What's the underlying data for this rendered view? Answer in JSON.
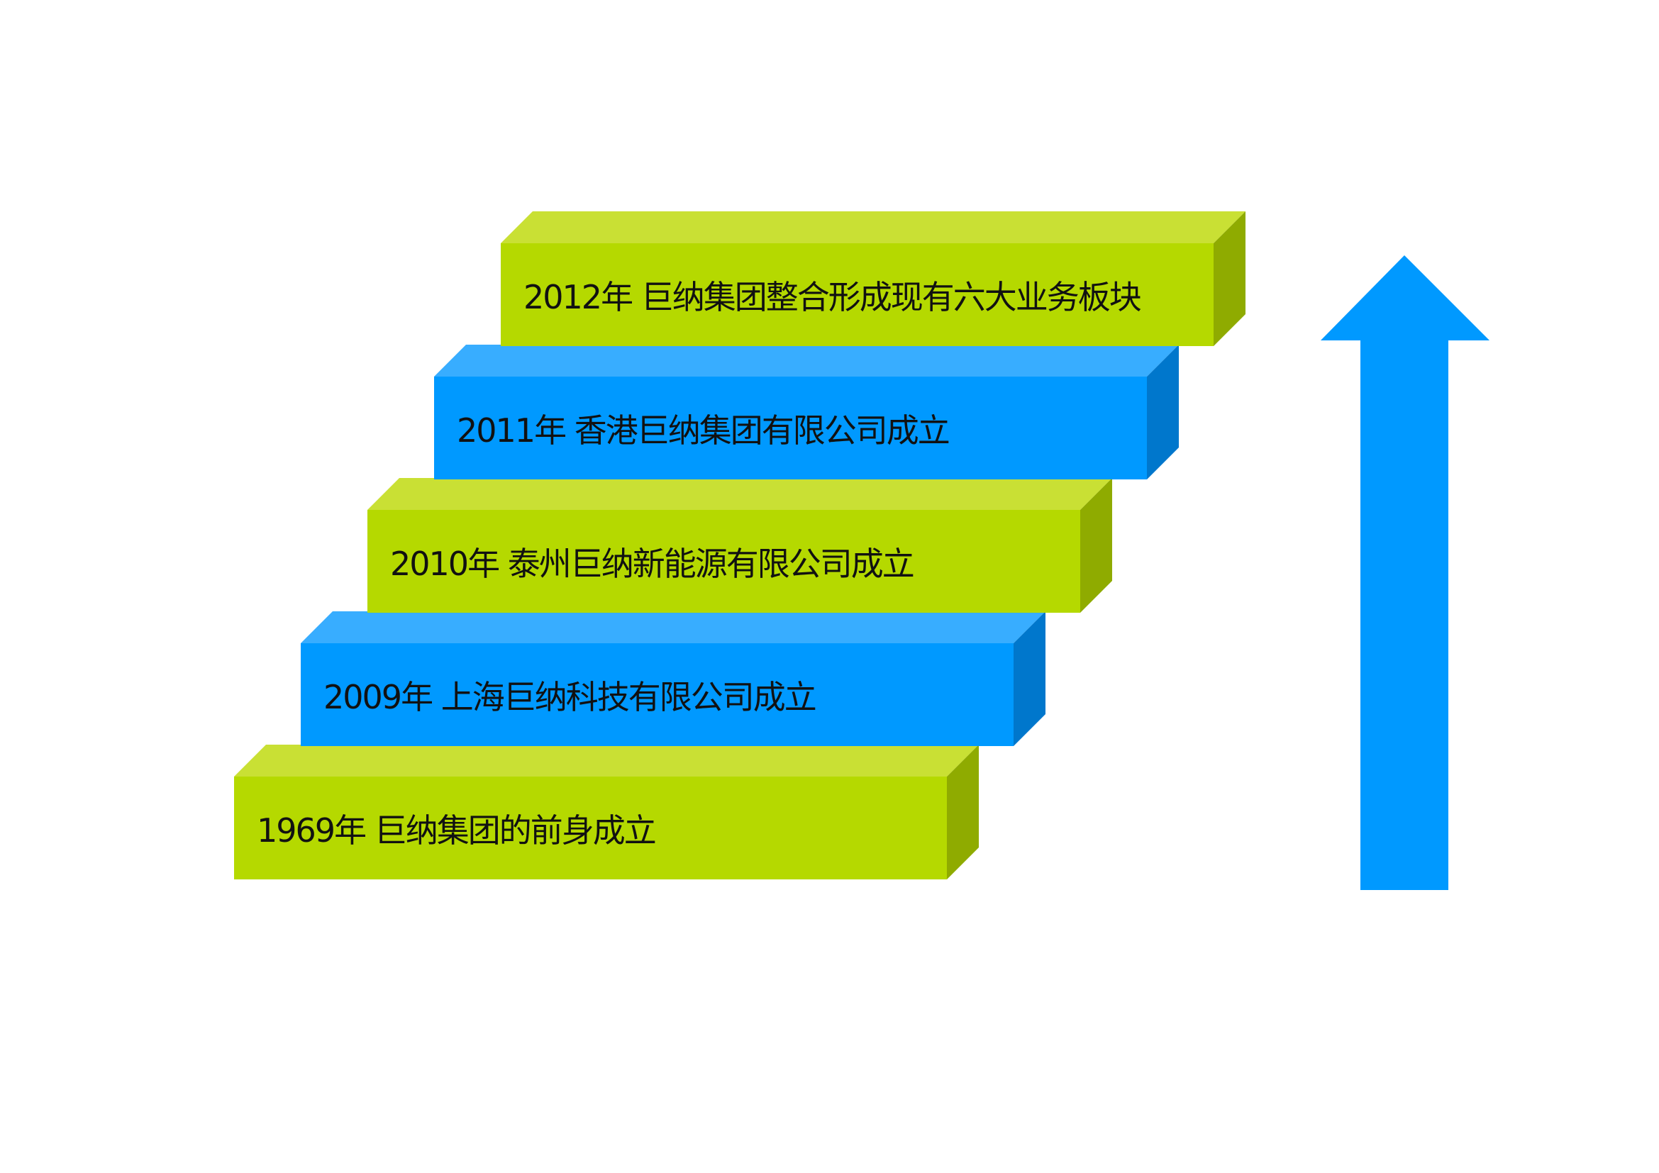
{
  "colors": {
    "green_front": "#b5d900",
    "green_top": "#c9e034",
    "green_side": "#8fab00",
    "blue_front": "#0099ff",
    "blue_top": "#38adff",
    "blue_side": "#0077cc",
    "arrow": "#0099ff"
  },
  "steps": [
    {
      "label": "1969年 巨纳集团的前身成立",
      "color": "green"
    },
    {
      "label": "2009年 上海巨纳科技有限公司成立",
      "color": "blue"
    },
    {
      "label": "2010年 泰州巨纳新能源有限公司成立",
      "color": "green"
    },
    {
      "label": "2011年 香港巨纳集团有限公司成立",
      "color": "blue"
    },
    {
      "label": "2012年 巨纳集团整合形成现有六大业务板块",
      "color": "green"
    }
  ],
  "arrow_icon": "arrow-up-icon"
}
